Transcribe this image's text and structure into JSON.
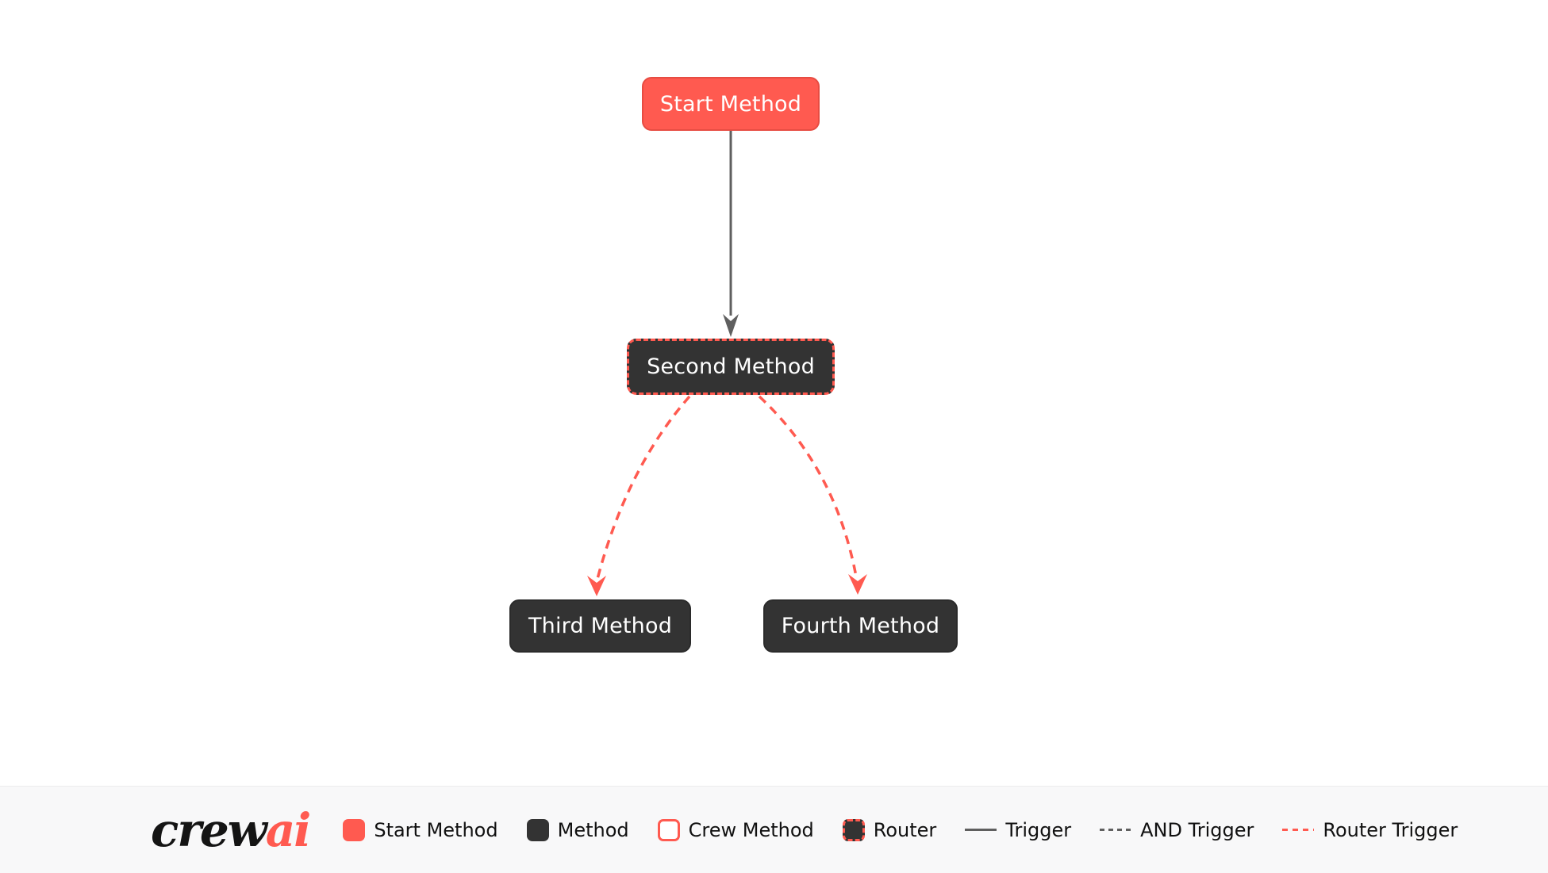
{
  "diagram": {
    "nodes": [
      {
        "id": "start",
        "label": "Start Method",
        "type": "start-method"
      },
      {
        "id": "second",
        "label": "Second Method",
        "type": "router"
      },
      {
        "id": "third",
        "label": "Third Method",
        "type": "method"
      },
      {
        "id": "fourth",
        "label": "Fourth Method",
        "type": "method"
      }
    ],
    "edges": [
      {
        "from": "start",
        "to": "second",
        "type": "trigger"
      },
      {
        "from": "second",
        "to": "third",
        "type": "router-trigger"
      },
      {
        "from": "second",
        "to": "fourth",
        "type": "router-trigger"
      }
    ]
  },
  "legend": {
    "logo": {
      "part1": "crew",
      "part2": "ai"
    },
    "items": [
      {
        "label": "Start Method",
        "swatch": "start-method-square"
      },
      {
        "label": "Method",
        "swatch": "method-square"
      },
      {
        "label": "Crew Method",
        "swatch": "crew-method-square"
      },
      {
        "label": "Router",
        "swatch": "router-square"
      },
      {
        "label": "Trigger",
        "swatch": "solid-line"
      },
      {
        "label": "AND Trigger",
        "swatch": "dashed-gray-line"
      },
      {
        "label": "Router Trigger",
        "swatch": "dashed-red-line"
      }
    ]
  },
  "colors": {
    "accent_red": "#FF5A50",
    "node_dark": "#333333",
    "trigger_gray": "#5f5f5f",
    "legend_bg": "#f8f8f9"
  }
}
